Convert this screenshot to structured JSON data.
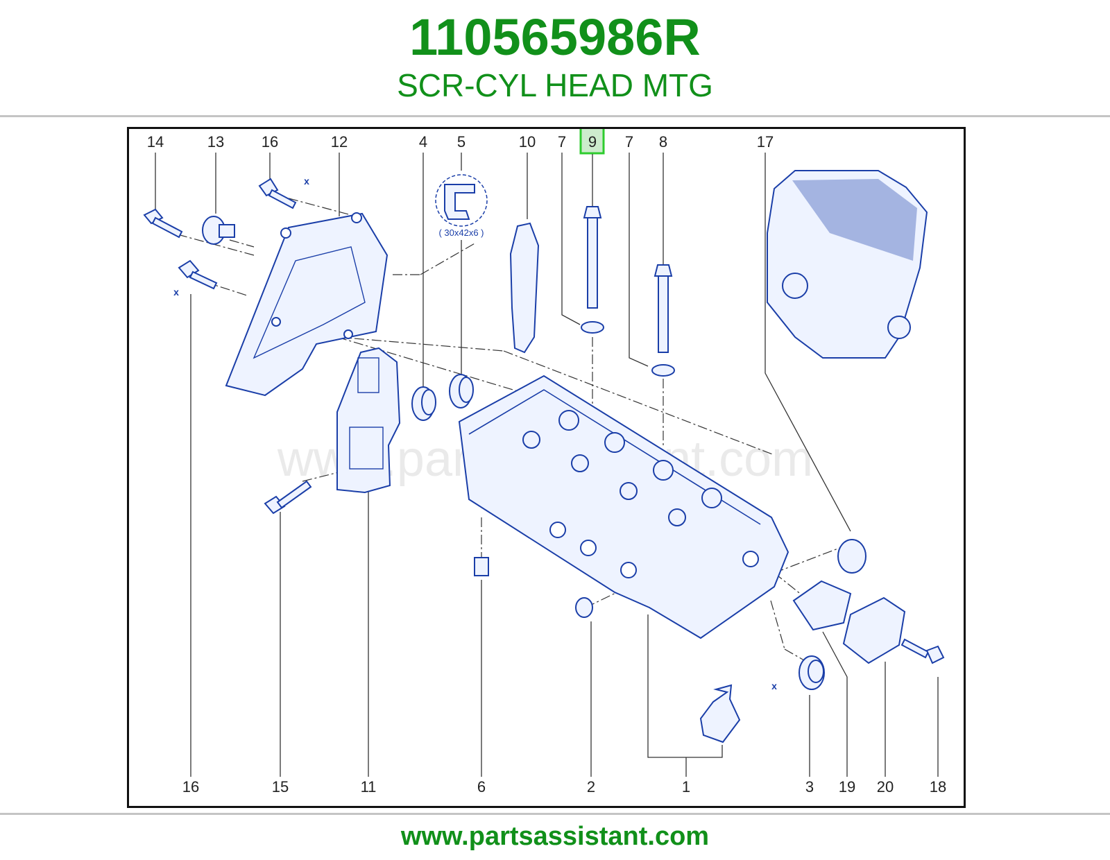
{
  "header": {
    "part_number": "110565986R",
    "description": "SCR-CYL HEAD MTG"
  },
  "footer": {
    "site_url": "www.partsassistant.com"
  },
  "watermark": "www.partsassistant.com",
  "diagram": {
    "top_callouts": [
      "14",
      "13",
      "16",
      "12",
      "4",
      "5",
      "10",
      "7",
      "9",
      "7",
      "8",
      "17"
    ],
    "bottom_callouts": [
      "16",
      "15",
      "11",
      "6",
      "2",
      "1",
      "3",
      "19",
      "20",
      "18"
    ],
    "highlighted_callout": "9",
    "seal_size_note": "( 30x42x6 )",
    "dimension_mark": "x"
  },
  "colors": {
    "brand_green": "#11901a",
    "line_blue": "#1a3ea8",
    "part_fill": "#eef3ff",
    "highlight_fill": "#cdeccd",
    "highlight_border": "#2ecc2e"
  }
}
